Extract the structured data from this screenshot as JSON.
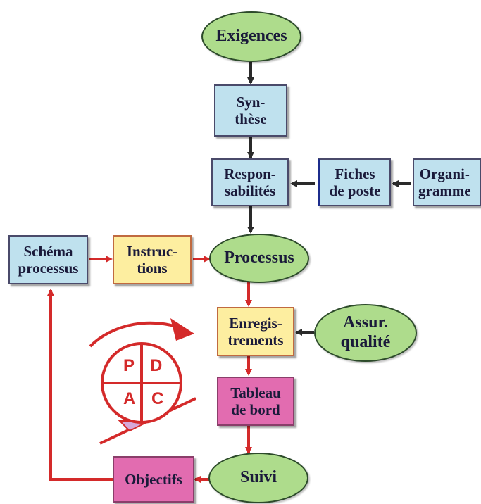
{
  "nodes": {
    "exigences": "Exigences",
    "synthese": [
      "Syn-",
      "thèse"
    ],
    "responsabilites": [
      "Respon-",
      "sabilités"
    ],
    "fiches": [
      "Fiches",
      "de poste"
    ],
    "organigramme": [
      "Organi-",
      "gramme"
    ],
    "schema": [
      "Schéma",
      "processus"
    ],
    "instructions": [
      "Instruc-",
      "tions"
    ],
    "processus": "Processus",
    "enregistrements": [
      "Enregis-",
      "trements"
    ],
    "assur": [
      "Assur.",
      "qualité"
    ],
    "tableau": [
      "Tableau",
      "de bord"
    ],
    "objectifs": "Objectifs",
    "suivi": "Suivi"
  },
  "pdca": {
    "p": "P",
    "d": "D",
    "a": "A",
    "c": "C"
  },
  "colors": {
    "box_blue": "#bfe1ee",
    "box_yellow": "#fdeea0",
    "box_pink": "#e26cb0",
    "ellipse_green": "#aedc8c",
    "arrow_dark": "#2a2a2a",
    "arrow_red": "#d42a2a"
  }
}
